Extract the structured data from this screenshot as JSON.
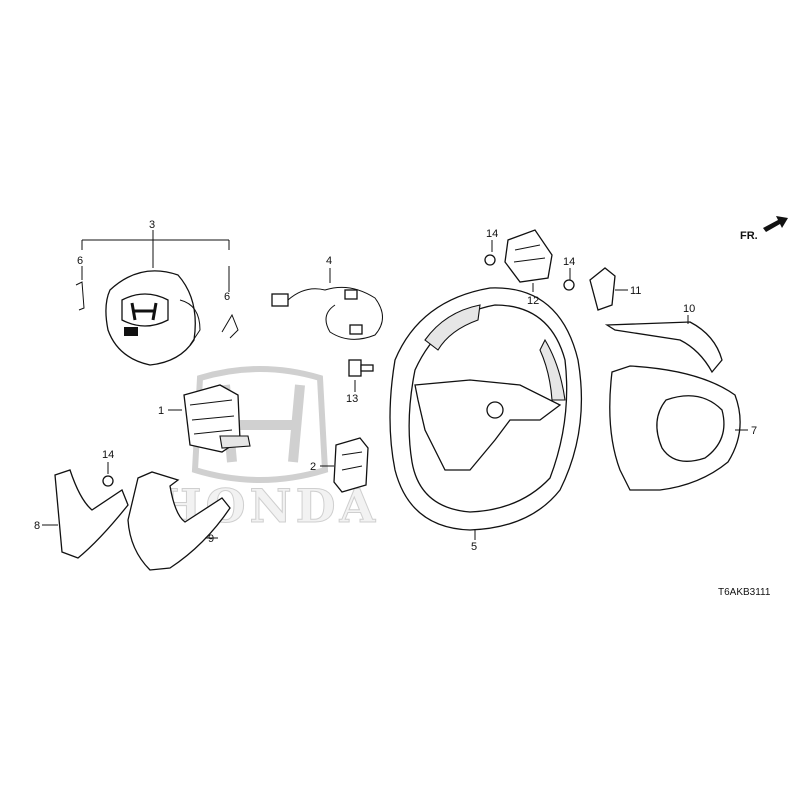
{
  "diagram": {
    "part_code": "T6AKB3111",
    "front_indicator": "FR.",
    "watermark_text": "HONDA",
    "callouts": {
      "c1": "1",
      "c2": "2",
      "c3": "3",
      "c4": "4",
      "c5": "5",
      "c6a": "6",
      "c6b": "6",
      "c7": "7",
      "c8": "8",
      "c9": "9",
      "c10": "10",
      "c11": "11",
      "c12": "12",
      "c13": "13",
      "c14a": "14",
      "c14b": "14",
      "c14c": "14"
    }
  }
}
